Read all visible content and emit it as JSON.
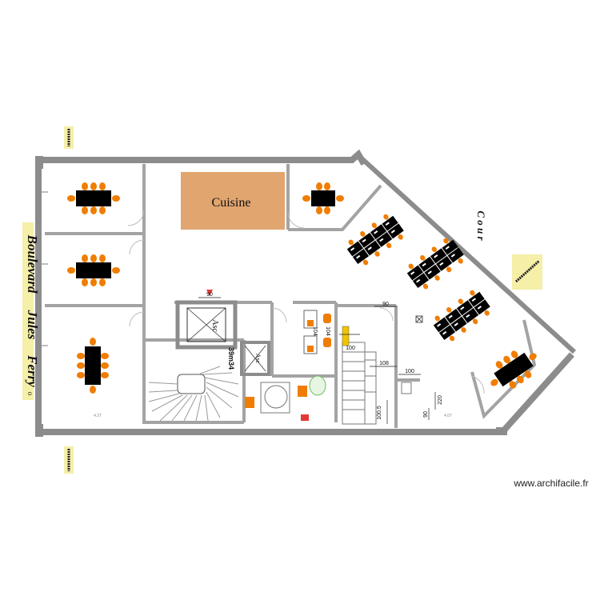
{
  "rooms": {
    "kitchen": "Cuisine",
    "elevator_main": "Asc",
    "elevator_small": "Asc",
    "area_35": "39m34",
    "room_label_small": "4.37",
    "floor_label_right": "4.07"
  },
  "street": {
    "word1": "Boulevard",
    "word2": "Jules",
    "word3": "Ferry",
    "suffix": "o"
  },
  "courtyard": {
    "label": "C o u r"
  },
  "dimensions": {
    "d90a": "90",
    "d90b": "90",
    "d100a": "100",
    "d100b": "100",
    "d108": "108",
    "d104a": "104",
    "d104b": "104",
    "d220": "220",
    "d90c": "90",
    "d1005": "100.5"
  },
  "watermark": "www.archifacile.fr",
  "colors": {
    "wall": "#8c8c8c",
    "kitchen": "#e1a56f",
    "chair": "#f07d00",
    "table": "#000000",
    "stamp": "#f5efa8"
  }
}
